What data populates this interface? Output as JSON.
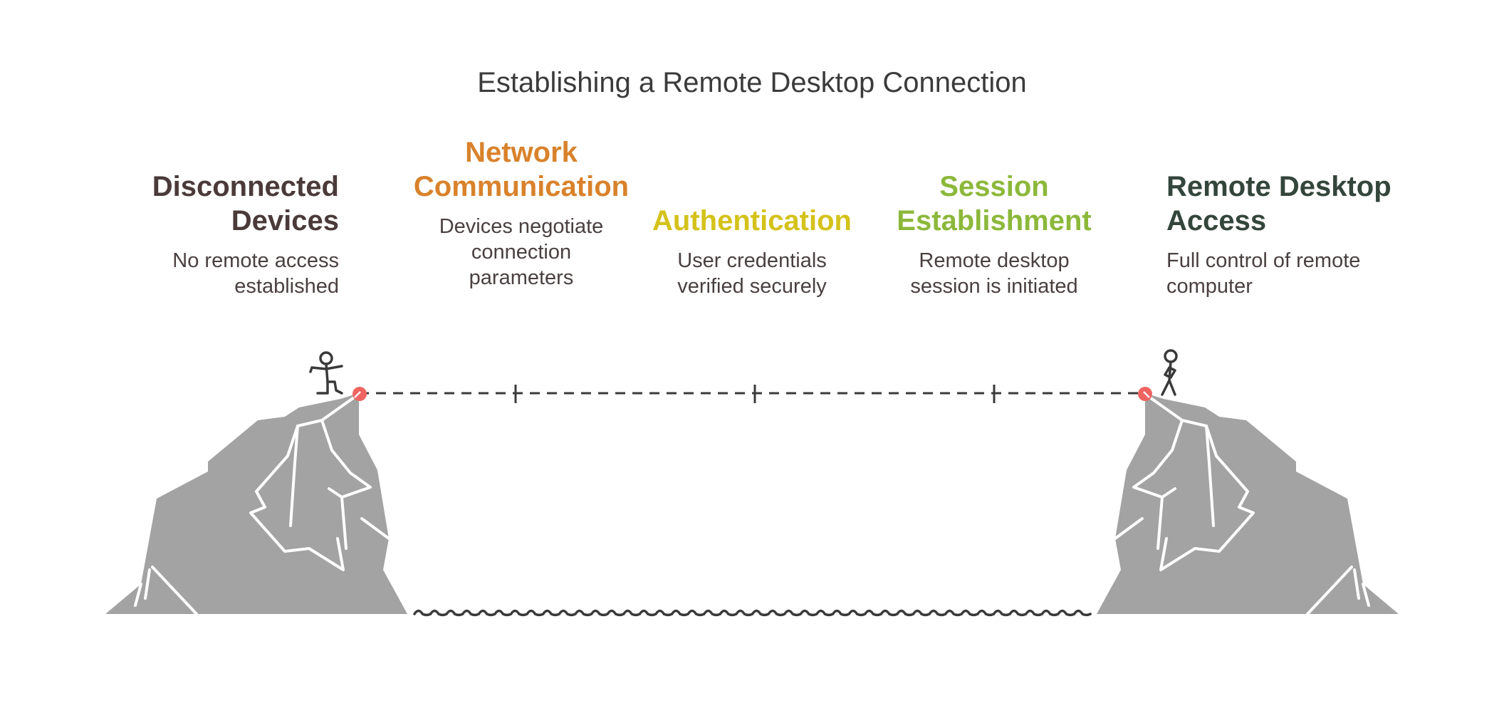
{
  "title": "Establishing a Remote Desktop Connection",
  "stages": [
    {
      "heading_lines": [
        "Disconnected",
        "Devices"
      ],
      "desc_lines": [
        "No remote access",
        "established"
      ],
      "color": "#4b3a3a"
    },
    {
      "heading_lines": [
        "Network",
        "Communication"
      ],
      "desc_lines": [
        "Devices negotiate",
        "connection",
        "parameters"
      ],
      "color": "#d9822b"
    },
    {
      "heading_lines": [
        "Authentication"
      ],
      "desc_lines": [
        "User credentials",
        "verified securely"
      ],
      "color": "#d4c21a"
    },
    {
      "heading_lines": [
        "Session",
        "Establishment"
      ],
      "desc_lines": [
        "Remote desktop",
        "session is initiated"
      ],
      "color": "#8cb83a"
    },
    {
      "heading_lines": [
        "Remote Desktop",
        "Access"
      ],
      "desc_lines": [
        "Full control of remote",
        "computer"
      ],
      "color": "#34463c"
    }
  ],
  "colors": {
    "rock": "#a3a3a3",
    "line": "#3a3a3a",
    "endpoint": "#ef6461"
  },
  "icons": [
    "stick-figure-icon",
    "standing-figure-icon"
  ]
}
